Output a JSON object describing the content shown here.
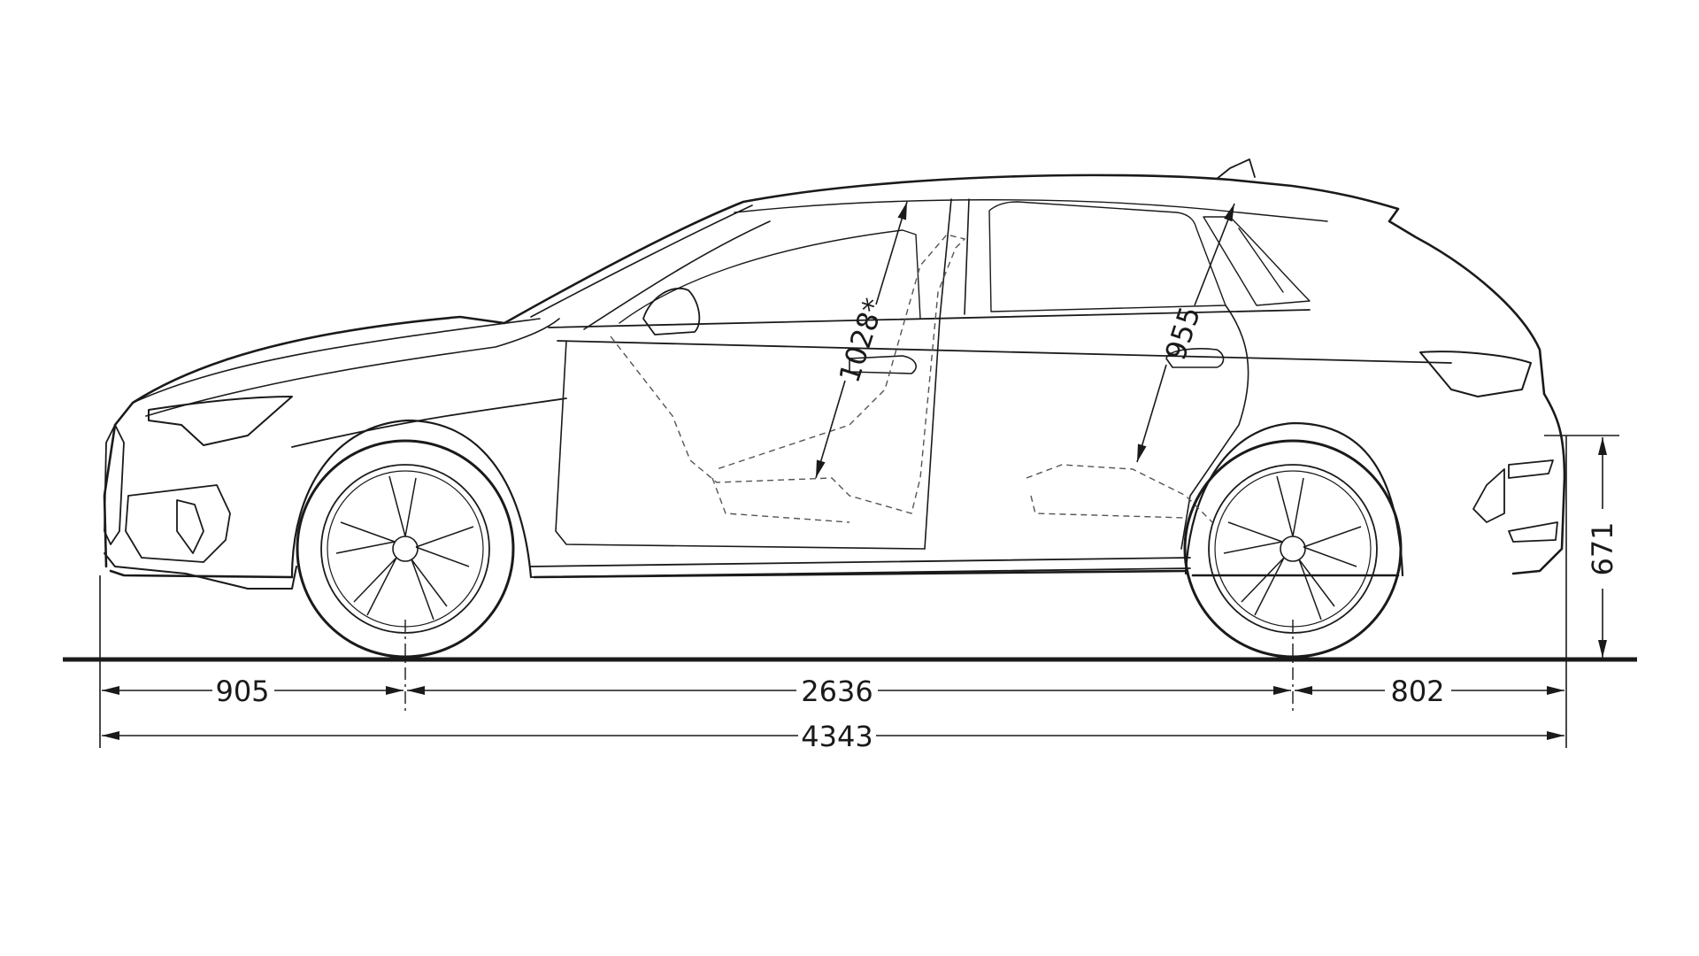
{
  "diagram": {
    "subject": "Hatchback side view dimension drawing",
    "colors": {
      "background": "#ffffff",
      "line": "#1a1a1a"
    },
    "dimensions": {
      "front_overhang": "905",
      "wheelbase": "2636",
      "rear_overhang": "802",
      "overall_length": "4343",
      "loading_sill_height": "671",
      "front_headroom": "1028*",
      "rear_headroom": "955"
    }
  }
}
